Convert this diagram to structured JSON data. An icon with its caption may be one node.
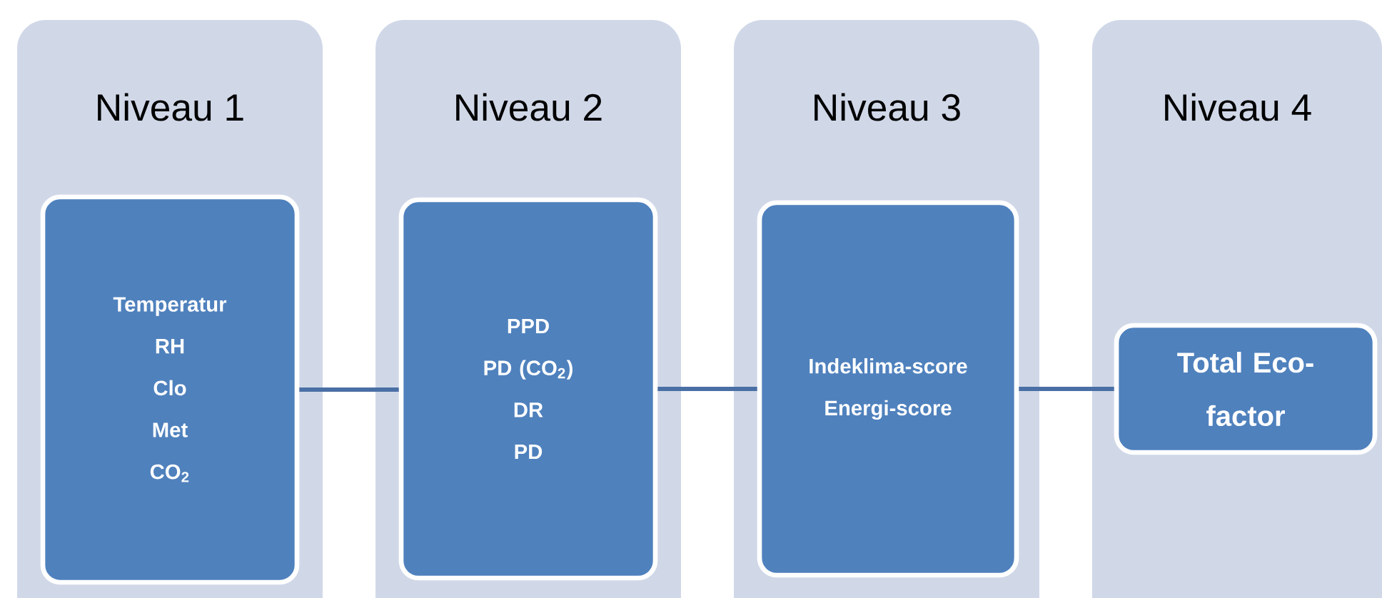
{
  "diagram": {
    "nodes": [
      {
        "text": [
          "Niveau 1"
        ]
      },
      {
        "text": [
          "Temperatur",
          "RH",
          "Clo",
          "Met",
          "CO$_{2}$"
        ],
        "in": 0
      },
      {
        "text": [
          "Niveau 2"
        ]
      },
      {
        "text": [
          "PPD",
          "PD (CO$_{2}$)",
          "DR",
          "PD"
        ],
        "in": 2
      },
      {
        "text": [
          "Niveau 3"
        ]
      },
      {
        "text": [
          "Indeklima-score",
          "Energi-score"
        ],
        "in": 4
      },
      {
        "text": [
          "Niveau 4"
        ]
      },
      {
        "text": [
          "Total Eco-factor"
        ],
        "in": 6
      }
    ],
    "edges": [
      {
        "from": 1,
        "to": 3,
        "arrow": "none"
      },
      {
        "from": 3,
        "to": 5,
        "arrow": "none"
      },
      {
        "from": 5,
        "to": 7,
        "arrow": "none"
      }
    ]
  }
}
